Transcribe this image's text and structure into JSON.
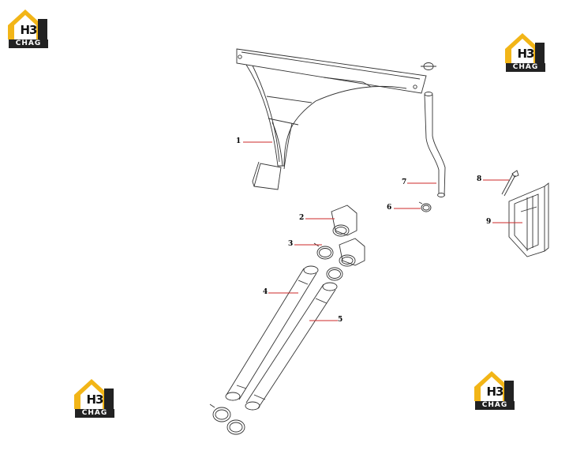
{
  "logo": {
    "mark": "H3",
    "sub": "CHAG"
  },
  "callouts": [
    "1",
    "2",
    "3",
    "4",
    "5",
    "6",
    "7",
    "8",
    "9"
  ],
  "colors": {
    "leader": "#cc2a2a",
    "logo_yellow": "#f2b517",
    "ink": "#333333"
  }
}
